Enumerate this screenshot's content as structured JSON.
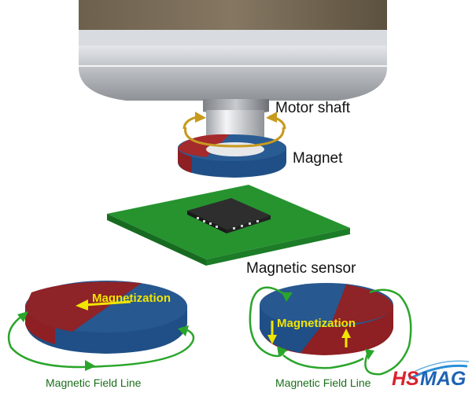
{
  "labels": {
    "motor_shaft": "Motor shaft",
    "magnet": "Magnet",
    "magnetic_sensor": "Magnetic sensor",
    "magnetization_left": "Magnetization",
    "magnetization_right": "Magnetization",
    "field_line_left": "Magnetic Field Line",
    "field_line_right": "Magnetic Field Line"
  },
  "logo": {
    "text": "HSMAG",
    "text_left": "HS",
    "text_right": "MAG",
    "colors": {
      "left": "#d9232e",
      "right": "#1f63b4",
      "swoosh": "#2a8fd6"
    }
  },
  "colors": {
    "motor_body": "#7d6e58",
    "motor_flange": "#c9ccd1",
    "shaft": "#dcdfe3",
    "rotation_arrow": "#c79a1e",
    "north": "#8e1f22",
    "south": "#1f4f86",
    "pcb": "#1f8a2e",
    "chip": "#2b2b2b",
    "field_line": "#2aa52a",
    "magnetization_text": "#f2e500"
  }
}
